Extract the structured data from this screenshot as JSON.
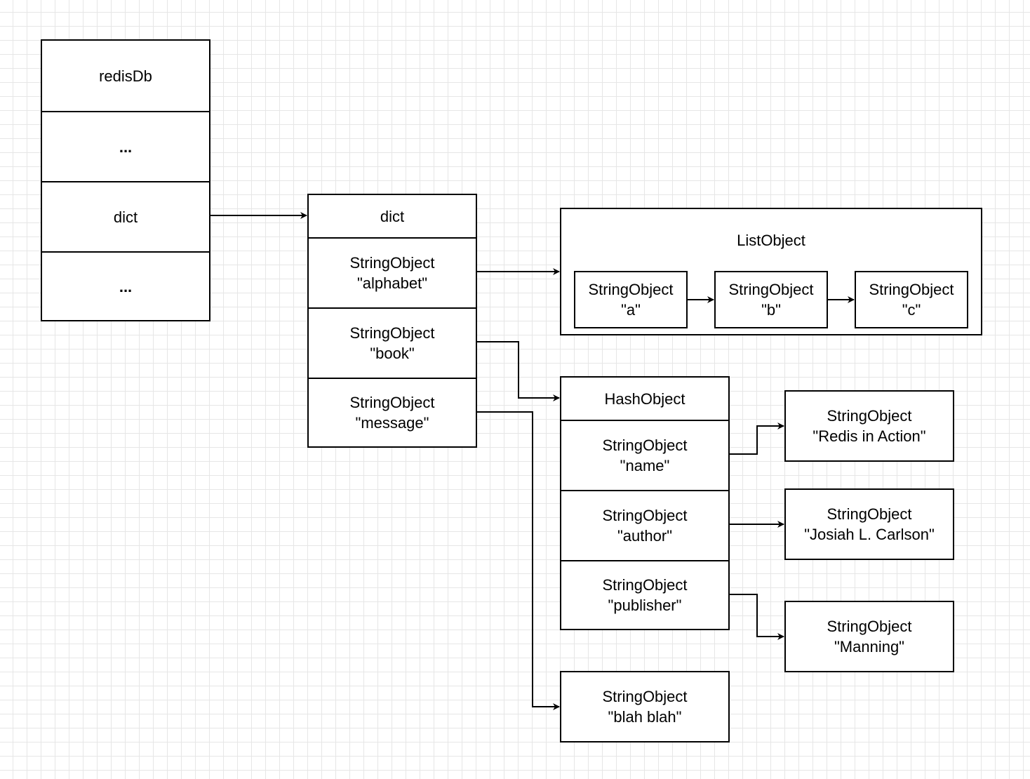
{
  "redisdb": {
    "title": "redisDb",
    "row1": "...",
    "dict": "dict",
    "row3": "..."
  },
  "dict_table": {
    "title": "dict",
    "keys": [
      {
        "type": "StringObject",
        "value": "\"alphabet\""
      },
      {
        "type": "StringObject",
        "value": "\"book\""
      },
      {
        "type": "StringObject",
        "value": "\"message\""
      }
    ]
  },
  "list_object": {
    "title": "ListObject",
    "items": [
      {
        "type": "StringObject",
        "value": "\"a\""
      },
      {
        "type": "StringObject",
        "value": "\"b\""
      },
      {
        "type": "StringObject",
        "value": "\"c\""
      }
    ]
  },
  "hash_object": {
    "title": "HashObject",
    "fields": [
      {
        "type": "StringObject",
        "value": "\"name\""
      },
      {
        "type": "StringObject",
        "value": "\"author\""
      },
      {
        "type": "StringObject",
        "value": "\"publisher\""
      }
    ],
    "values": [
      {
        "type": "StringObject",
        "value": "\"Redis in Action\""
      },
      {
        "type": "StringObject",
        "value": "\"Josiah L. Carlson\""
      },
      {
        "type": "StringObject",
        "value": "\"Manning\""
      }
    ]
  },
  "message_value": {
    "type": "StringObject",
    "value": "\"blah blah\""
  }
}
